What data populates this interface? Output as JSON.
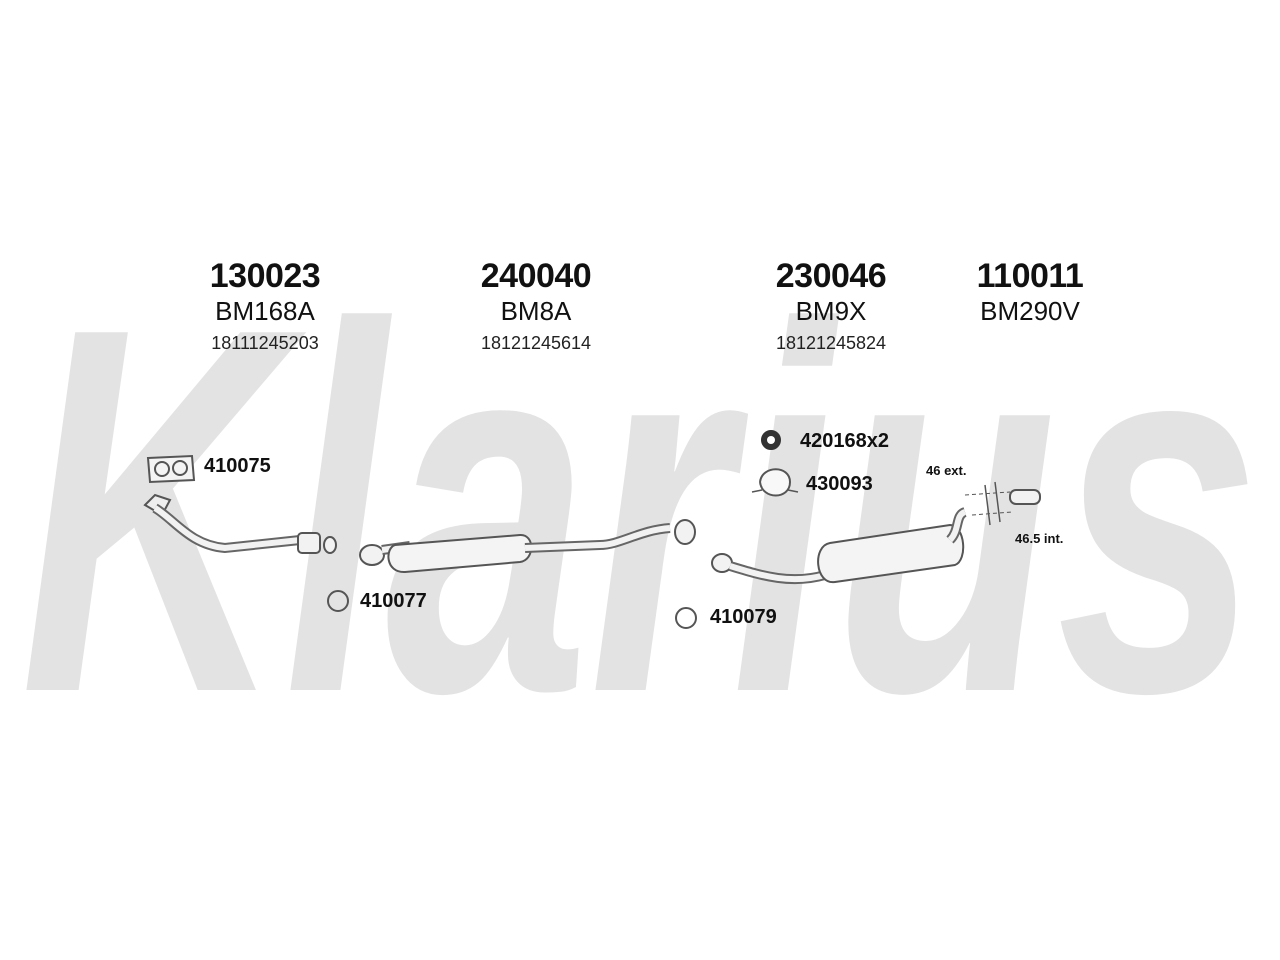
{
  "watermark": {
    "text": "Klarius",
    "color": "#e3e3e3"
  },
  "parts": [
    {
      "number": "130023",
      "ref": "BM168A",
      "oem": "18111245203"
    },
    {
      "number": "240040",
      "ref": "BM8A",
      "oem": "18121245614"
    },
    {
      "number": "230046",
      "ref": "BM9X",
      "oem": "18121245824"
    },
    {
      "number": "110011",
      "ref": "BM290V",
      "oem": ""
    }
  ],
  "accessories": [
    {
      "code": "410075",
      "icon": "gasket-icon"
    },
    {
      "code": "410077",
      "icon": "ring-icon"
    },
    {
      "code": "410079",
      "icon": "ring-icon"
    },
    {
      "code": "420168x2",
      "icon": "rubber-ring-icon"
    },
    {
      "code": "430093",
      "icon": "clamp-icon"
    }
  ],
  "dimensions": {
    "ext": "46 ext.",
    "int": "46.5 int."
  }
}
